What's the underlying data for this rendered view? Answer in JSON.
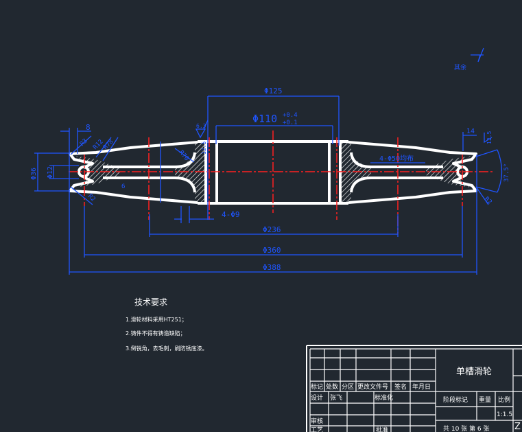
{
  "colors": {
    "background": "#212830",
    "part": "#ffffff",
    "dimension": "#1f55ff",
    "centerline": "#ff2020"
  },
  "drawing": {
    "roughness_note": {
      "label": "其余",
      "icon": "surface-roughness-icon"
    },
    "dims": {
      "d125": "Φ125",
      "d110": "Φ110",
      "d110_upper": "+0.4",
      "d110_lower": "+0.1",
      "w8": "8",
      "r3": "R3",
      "r12": "R12",
      "r78": "R78",
      "d36": "Φ36",
      "d12": "Φ12",
      "r2_left": "R2",
      "r70": "R70",
      "ra_hub": "6.3",
      "ra_hub_left": "12.5",
      "six": "6",
      "holes9": "4-Φ9",
      "d236": "Φ236",
      "d360": "Φ360",
      "d388": "Φ388",
      "holes50": "4-Φ50均布",
      "w14": "14",
      "ra_rim": "12.5",
      "angle": "37.5°",
      "r2_right": "R2"
    }
  },
  "tech_requirements": {
    "title": "技术要求",
    "items": [
      "1.滑轮材料采用HT251；",
      "2.铸件不得有铸造缺陷；",
      "3.倒锐角，去毛刺，刷防锈底漆。"
    ]
  },
  "title_block": {
    "part_name": "单槽滑轮",
    "header_row": [
      "标记",
      "处数",
      "分区",
      "更改文件号",
      "签名",
      "年月日"
    ],
    "designer_label": "设计",
    "designer": "张飞",
    "standardization": "标准化",
    "review": "审核",
    "process": "工艺",
    "approve": "批准",
    "stage_mark": "阶段标记",
    "weight": "重量",
    "scale_label": "比例",
    "scale": "1:1.5",
    "sheets": "共 10 张  第 6 张",
    "code": "Z"
  }
}
